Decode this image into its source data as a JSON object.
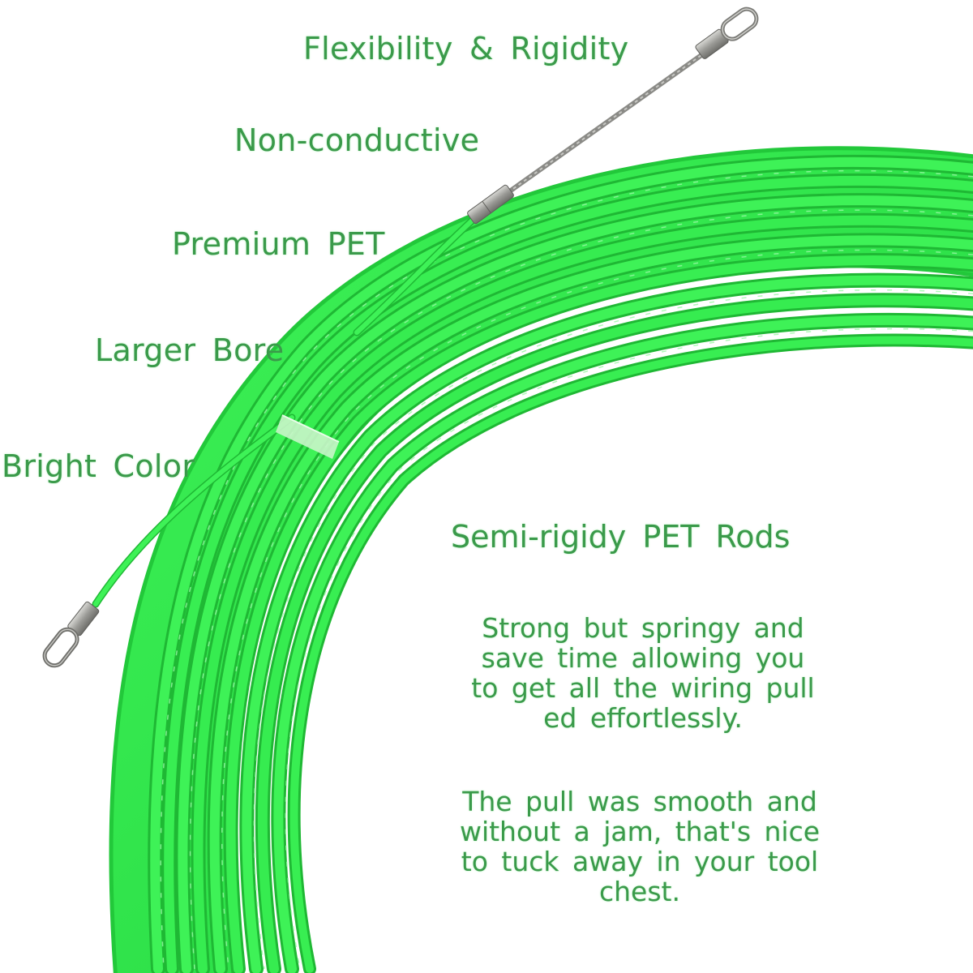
{
  "product": {
    "feature_labels": [
      "Flexibility & Rigidity",
      "Non-conductive",
      "Premium PET",
      "Larger Bore",
      "Bright Color"
    ],
    "heading": "Semi-rigidy PET Rods",
    "paragraph_1": {
      "lines": [
        "Strong but springy and",
        "save time allowing you",
        "to get all the wiring pull",
        "ed effortlessly."
      ]
    },
    "paragraph_2": {
      "lines": [
        "The pull was smooth and",
        "without a jam, that's nice",
        "to tuck away in your tool",
        "chest."
      ]
    }
  },
  "colors": {
    "text_green": "#3a9a4a",
    "rod_green": "#2fe24a",
    "rod_dark": "#1aa82e",
    "rod_highlight": "#8cf59a",
    "metal": "#9a9a96",
    "background": "#ffffff"
  },
  "icons": {
    "coil": "pet-rod-coil-icon",
    "tip_top": "metal-eyelet-tip-icon",
    "tip_bottom": "metal-eyelet-tip-icon",
    "cable": "steel-leader-cable-icon",
    "tie": "cable-tie-icon"
  }
}
